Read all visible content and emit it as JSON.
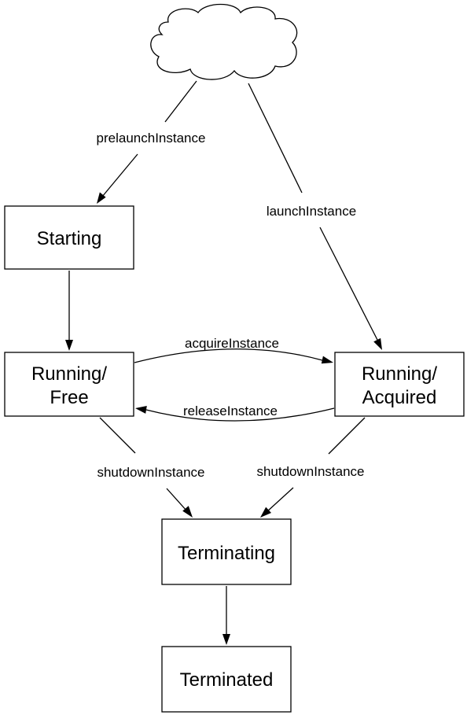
{
  "states": {
    "starting": "Starting",
    "running_free_line1": "Running/",
    "running_free_line2": "Free",
    "running_acquired_line1": "Running/",
    "running_acquired_line2": "Acquired",
    "terminating": "Terminating",
    "terminated": "Terminated"
  },
  "transitions": {
    "prelaunch": "prelaunchInstance",
    "launch": "launchInstance",
    "acquire": "acquireInstance",
    "release": "releaseInstance",
    "shutdown_left": "shutdownInstance",
    "shutdown_right": "shutdownInstance"
  }
}
